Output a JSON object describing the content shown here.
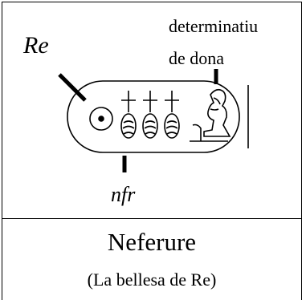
{
  "labels": {
    "re": "Re",
    "determinative_line1": "determinatiu",
    "determinative_line2": "de dona",
    "nfr": "nfr"
  },
  "caption": {
    "name": "Neferure",
    "meaning": "(La bellesa de Re)"
  }
}
